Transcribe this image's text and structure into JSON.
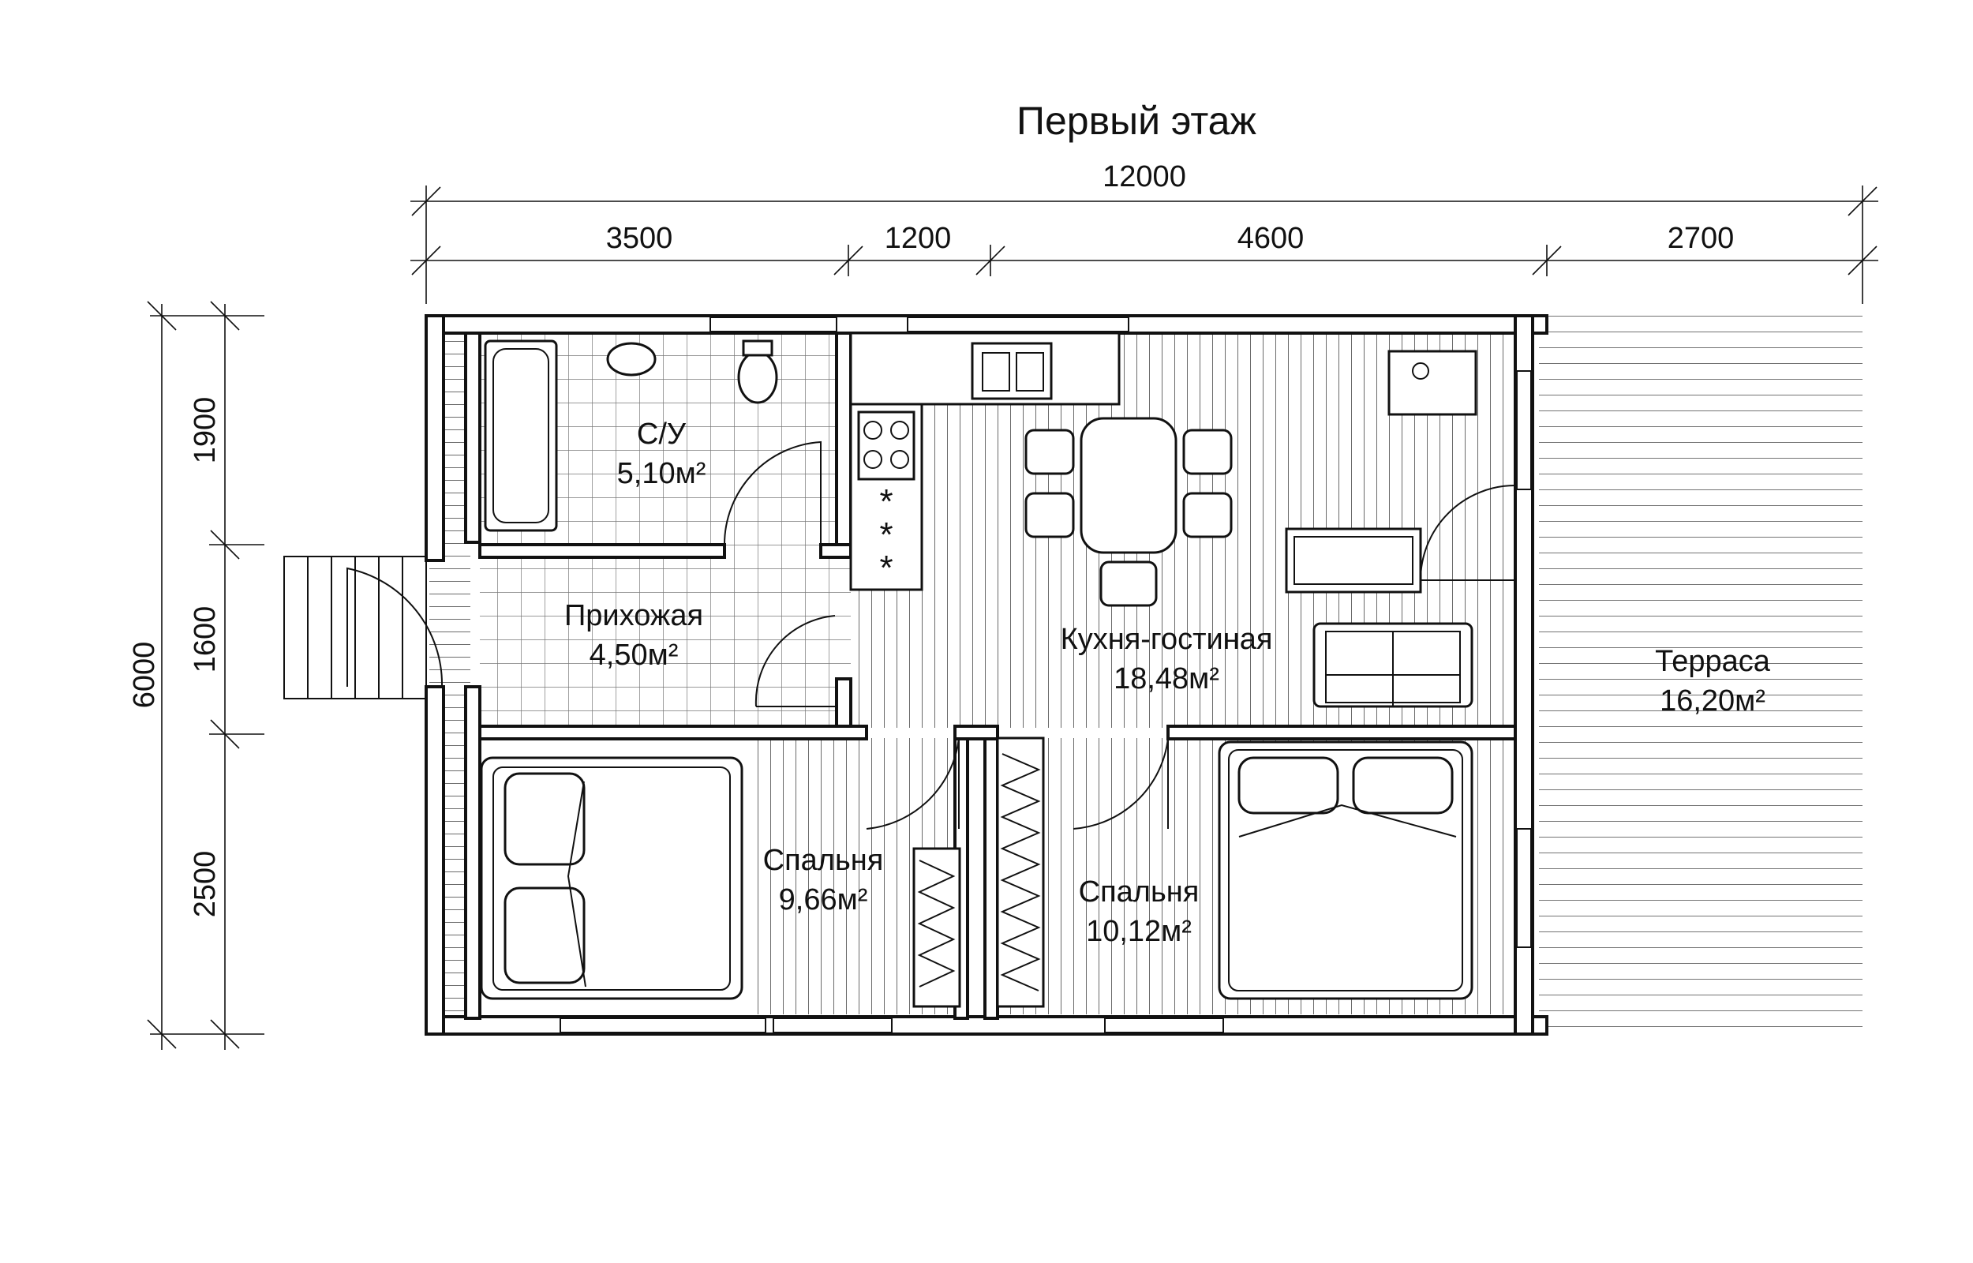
{
  "title": "Первый этаж",
  "dimensions": {
    "total_width": "12000",
    "segments": [
      "3500",
      "1200",
      "4600",
      "2700"
    ],
    "total_height": "6000",
    "vertical_segments": [
      "1900",
      "1600",
      "2500"
    ]
  },
  "rooms": {
    "bathroom": {
      "name": "С/У",
      "area": "5,10м²"
    },
    "hall": {
      "name": "Прихожая",
      "area": "4,50м²"
    },
    "kitchen_living": {
      "name": "Кухня-гостиная",
      "area": "18,48м²"
    },
    "bedroom_small": {
      "name": "Спальня",
      "area": "9,66м²"
    },
    "bedroom_large": {
      "name": "Спальня",
      "area": "10,12м²"
    },
    "terrace": {
      "name": "Терраса",
      "area": "16,20м²"
    }
  },
  "stove_marks": [
    "*",
    "*",
    "*"
  ]
}
